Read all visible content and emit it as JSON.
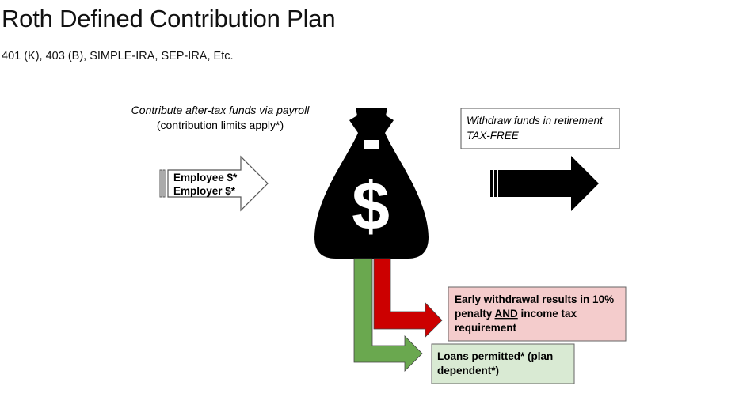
{
  "header": {
    "title": "Roth Defined Contribution Plan",
    "subtitle": "401 (K), 403 (B), SIMPLE-IRA, SEP-IRA, Etc."
  },
  "diagram": {
    "contribute_line1": "Contribute after-tax funds via payroll",
    "contribute_line2": "(contribution limits apply*)",
    "inflow_line1": "Employee $*",
    "inflow_line2": "Employer $*",
    "bag_symbol": "$",
    "withdraw_line1": "Withdraw funds in retirement",
    "withdraw_line2": "TAX-FREE",
    "early_line1": "Early withdrawal results in 10%",
    "early_line2_pre": "penalty ",
    "early_line2_em": "AND",
    "early_line2_post": " income tax",
    "early_line3": "requirement",
    "loans_line1": "Loans permitted* (plan",
    "loans_line2": "dependent*)",
    "colors": {
      "red": "#cc0000",
      "green": "#6aa84f",
      "pink": "#f4cccc",
      "light_green": "#d9ead3"
    }
  }
}
